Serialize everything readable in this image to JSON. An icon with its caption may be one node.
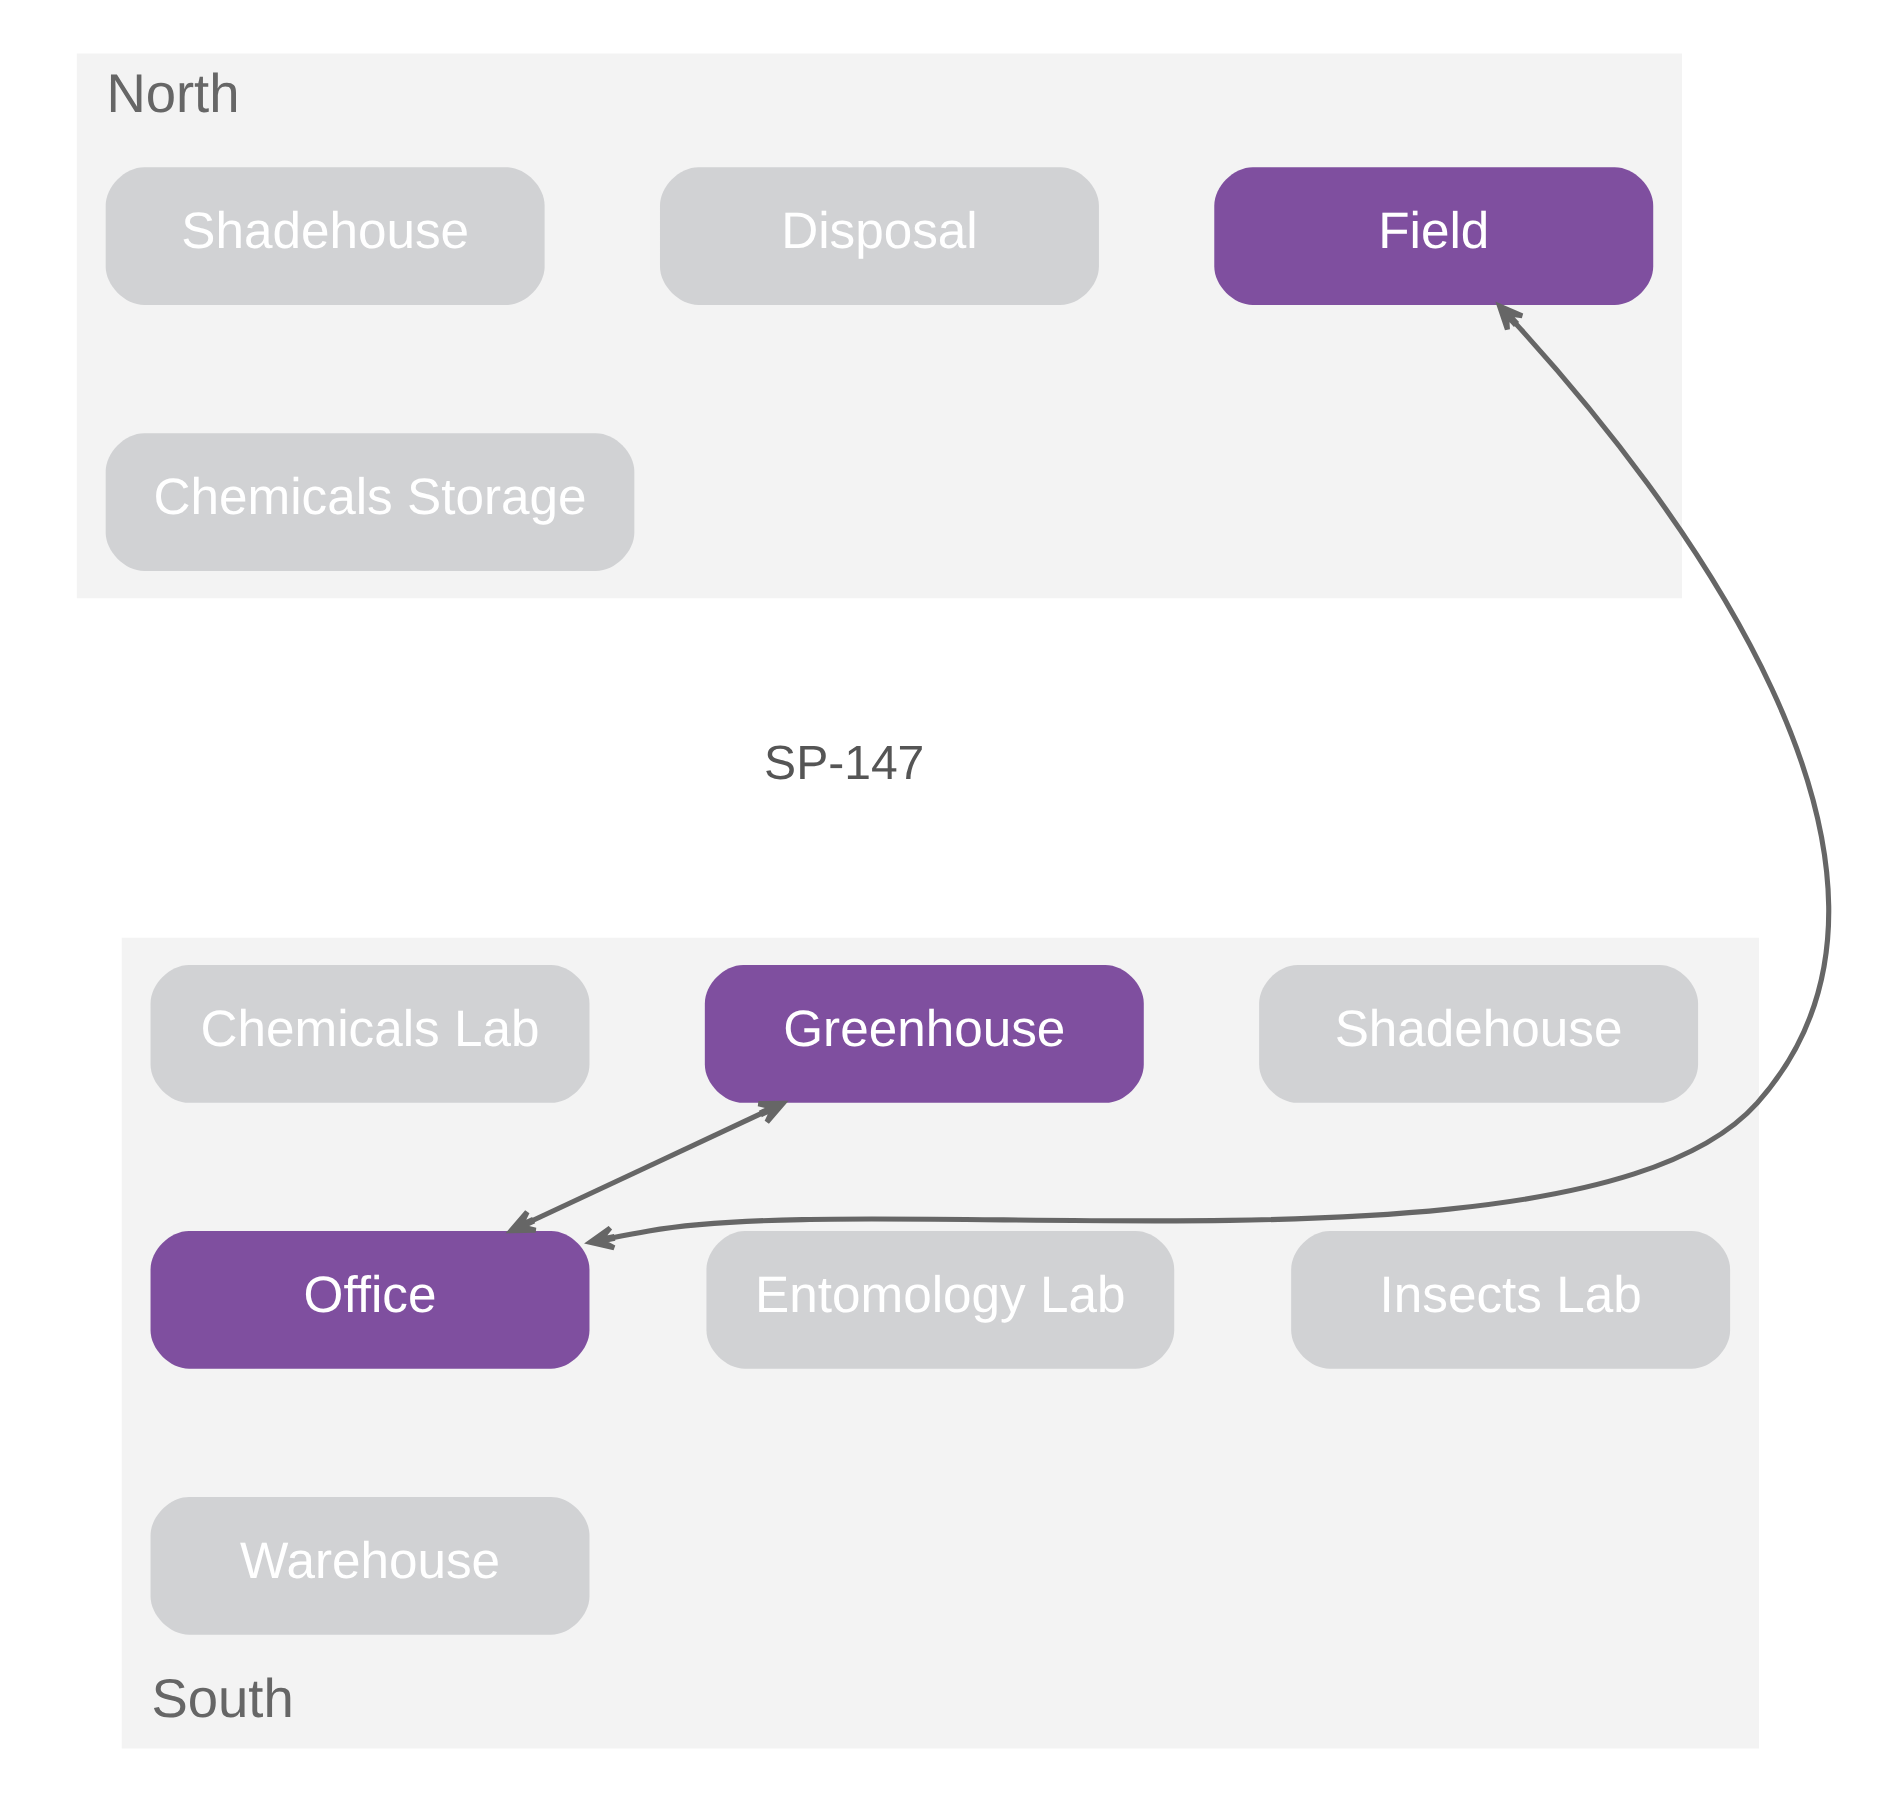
{
  "diagram": {
    "nodes": [
      {
        "text": [
          "North"
        ]
      },
      {
        "text": [
          "Shadehouse"
        ],
        "in": 0
      },
      {
        "text": [
          "Disposal"
        ],
        "in": 0
      },
      {
        "text": [
          "Field"
        ],
        "in": 0
      },
      {
        "text": [
          "Chemicals Storage"
        ],
        "in": 0
      },
      {
        "text": [
          "South"
        ]
      },
      {
        "text": [
          "Chemicals Lab"
        ],
        "in": 5
      },
      {
        "text": [
          "Greenhouse"
        ],
        "in": 5
      },
      {
        "text": [
          "Shadehouse"
        ],
        "in": 5
      },
      {
        "text": [
          "Office"
        ],
        "in": 5
      },
      {
        "text": [
          "Entomology Lab"
        ],
        "in": 5
      },
      {
        "text": [
          "Insects Lab"
        ],
        "in": 5
      },
      {
        "text": [
          "Warehouse"
        ],
        "in": 5
      }
    ],
    "edges": [
      {
        "from": 3,
        "to": 9,
        "arrow": "both"
      },
      {
        "from": 7,
        "to": 9,
        "arrow": "both"
      }
    ],
    "labels": [
      "SP-147"
    ]
  }
}
